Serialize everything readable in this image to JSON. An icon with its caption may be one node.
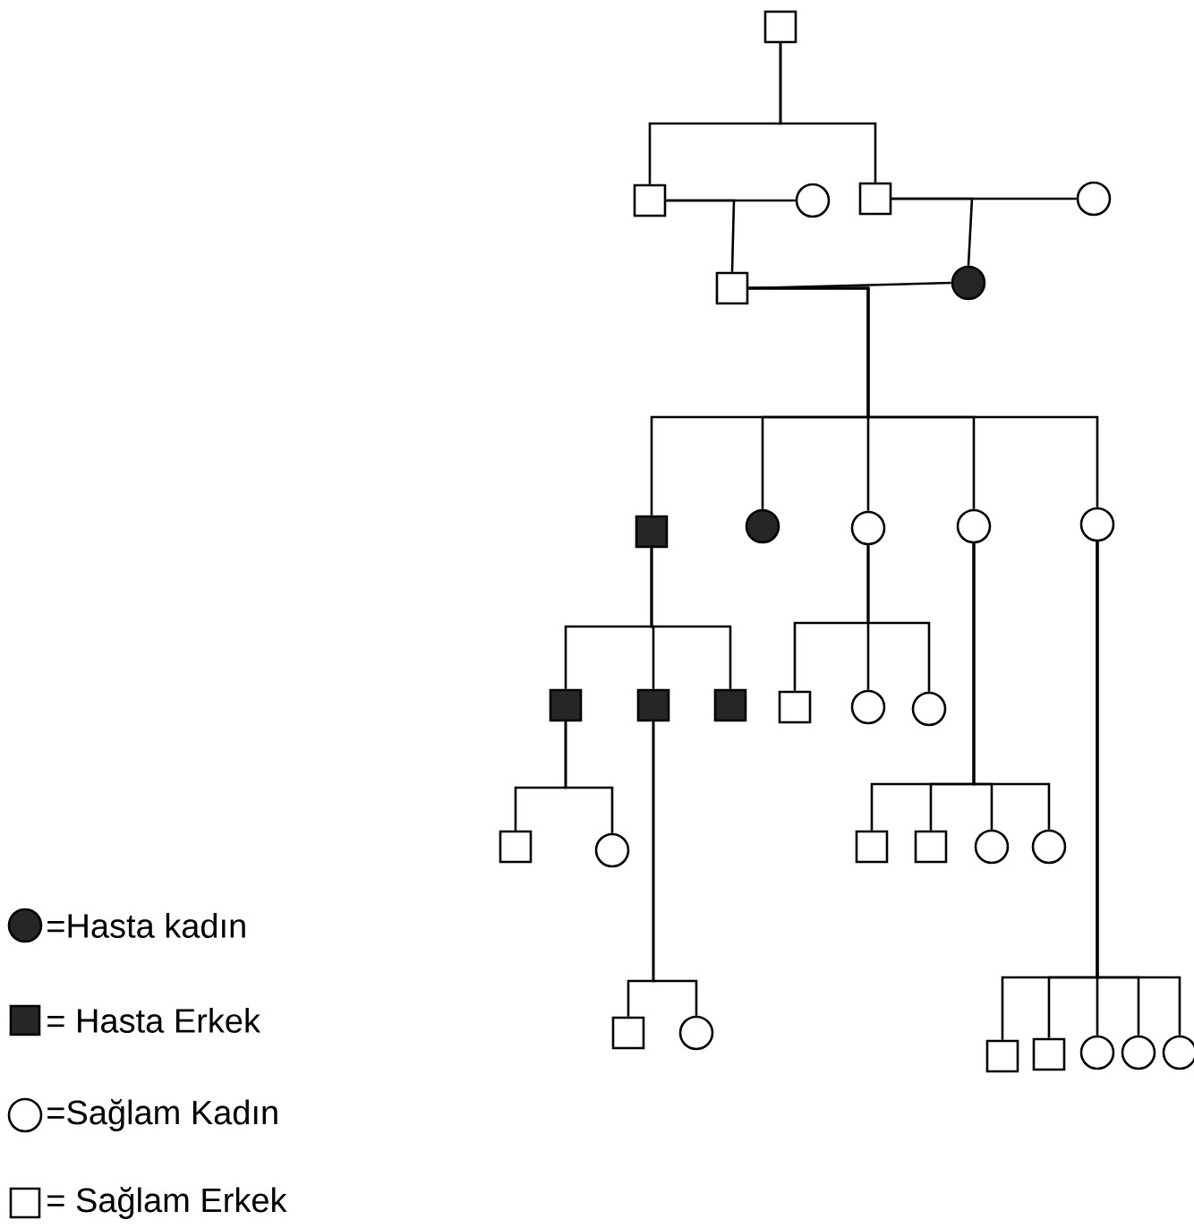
{
  "diagram": {
    "nodes": [
      {
        "text": [],
        "shape": "box"
      },
      {
        "text": [],
        "shape": "box"
      },
      {
        "text": [],
        "shape": "circle"
      },
      {
        "text": [],
        "shape": "box"
      },
      {
        "text": [],
        "shape": "circle"
      },
      {
        "text": [],
        "shape": "box"
      },
      {
        "text": [],
        "shape": "circle"
      },
      {
        "text": [],
        "shape": "box"
      },
      {
        "text": [],
        "shape": "circle"
      },
      {
        "text": [],
        "shape": "circle"
      },
      {
        "text": [],
        "shape": "circle"
      },
      {
        "text": [],
        "shape": "circle"
      },
      {
        "text": [],
        "shape": "box"
      },
      {
        "text": [],
        "shape": "box"
      },
      {
        "text": [],
        "shape": "box"
      },
      {
        "text": [],
        "shape": "box"
      },
      {
        "text": [],
        "shape": "circle"
      },
      {
        "text": [],
        "shape": "circle"
      },
      {
        "text": [],
        "shape": "box"
      },
      {
        "text": [],
        "shape": "circle"
      },
      {
        "text": [],
        "shape": "box"
      },
      {
        "text": [],
        "shape": "circle"
      },
      {
        "text": [],
        "shape": "box"
      },
      {
        "text": [],
        "shape": "box"
      },
      {
        "text": [],
        "shape": "circle"
      },
      {
        "text": [],
        "shape": "circle"
      },
      {
        "text": [],
        "shape": "box"
      },
      {
        "text": [],
        "shape": "box"
      },
      {
        "text": [],
        "shape": "circle"
      },
      {
        "text": [],
        "shape": "circle"
      },
      {
        "text": [],
        "shape": "circle"
      }
    ],
    "edges": [
      {
        "from": 0,
        "to": 1,
        "arrow": "none"
      },
      {
        "from": 0,
        "to": 3,
        "arrow": "none"
      },
      {
        "from": 1,
        "to": 2,
        "arrow": "none"
      },
      {
        "from": 3,
        "to": 4,
        "arrow": "none"
      },
      {
        "from": 1,
        "to": 5,
        "arrow": "none"
      },
      {
        "from": 3,
        "to": 6,
        "arrow": "none"
      },
      {
        "from": 5,
        "to": 6,
        "arrow": "none"
      },
      {
        "from": 5,
        "to": 7,
        "arrow": "none"
      },
      {
        "from": 5,
        "to": 8,
        "arrow": "none"
      },
      {
        "from": 5,
        "to": 9,
        "arrow": "none"
      },
      {
        "from": 5,
        "to": 10,
        "arrow": "none"
      },
      {
        "from": 5,
        "to": 11,
        "arrow": "none"
      },
      {
        "from": 7,
        "to": 12,
        "arrow": "none"
      },
      {
        "from": 7,
        "to": 13,
        "arrow": "none"
      },
      {
        "from": 7,
        "to": 14,
        "arrow": "none"
      },
      {
        "from": 9,
        "to": 15,
        "arrow": "none"
      },
      {
        "from": 9,
        "to": 16,
        "arrow": "none"
      },
      {
        "from": 9,
        "to": 17,
        "arrow": "none"
      },
      {
        "from": 12,
        "to": 18,
        "arrow": "none"
      },
      {
        "from": 12,
        "to": 19,
        "arrow": "none"
      },
      {
        "from": 13,
        "to": 20,
        "arrow": "none"
      },
      {
        "from": 13,
        "to": 21,
        "arrow": "none"
      },
      {
        "from": 10,
        "to": 22,
        "arrow": "none"
      },
      {
        "from": 10,
        "to": 23,
        "arrow": "none"
      },
      {
        "from": 10,
        "to": 24,
        "arrow": "none"
      },
      {
        "from": 10,
        "to": 25,
        "arrow": "none"
      },
      {
        "from": 11,
        "to": 26,
        "arrow": "none"
      },
      {
        "from": 11,
        "to": 27,
        "arrow": "none"
      },
      {
        "from": 11,
        "to": 28,
        "arrow": "none"
      },
      {
        "from": 11,
        "to": 29,
        "arrow": "none"
      },
      {
        "from": 11,
        "to": 30,
        "arrow": "none"
      }
    ],
    "legend": [
      {
        "text": "=Hasta kadın"
      },
      {
        "text": "= Hasta Erkek"
      },
      {
        "text": "=Sağlam Kadın"
      },
      {
        "text": "= Sağlam Erkek"
      }
    ]
  }
}
